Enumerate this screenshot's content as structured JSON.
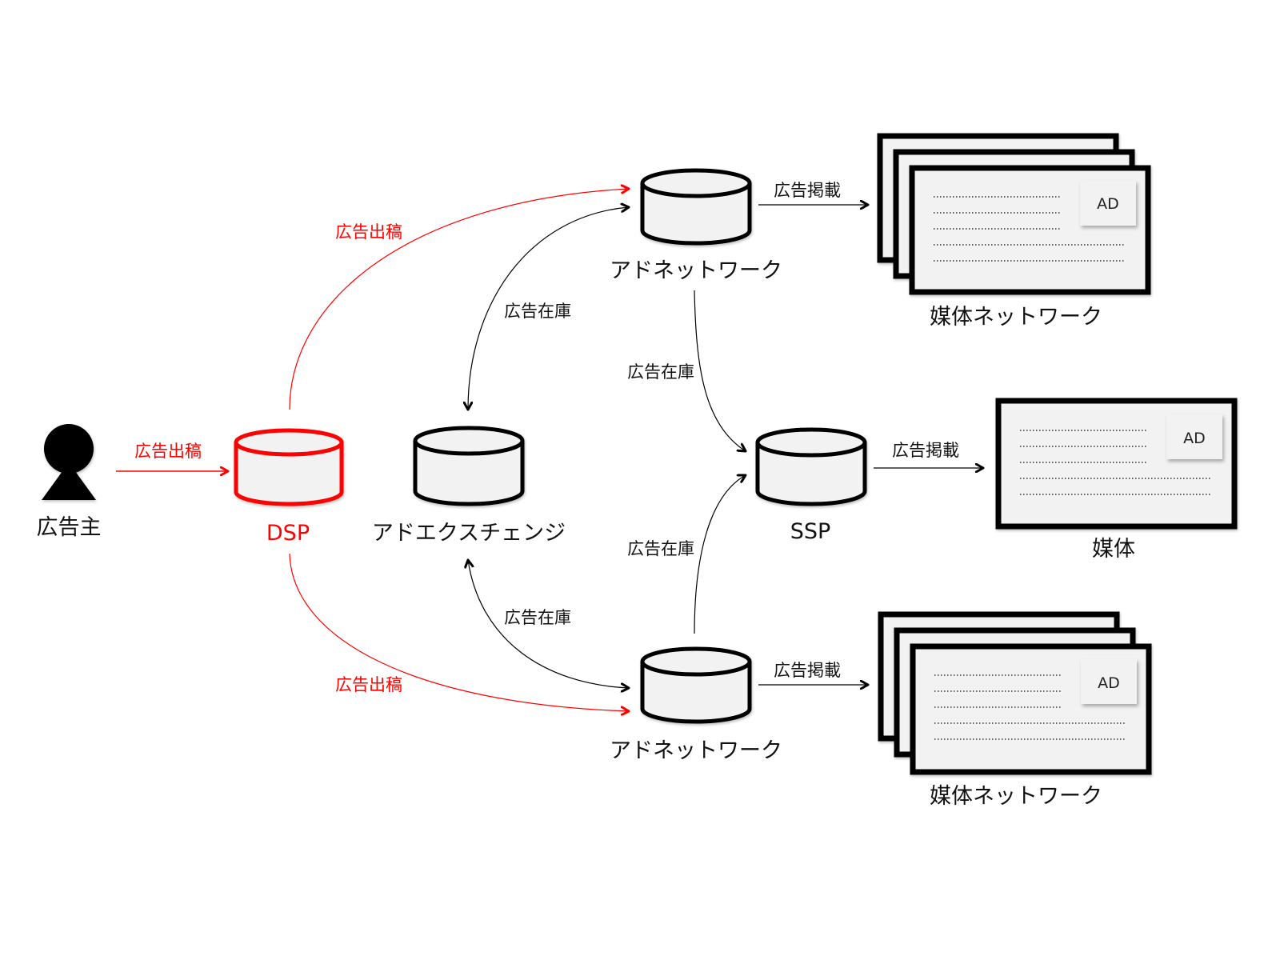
{
  "colors": {
    "highlight": "#ff0000",
    "default_stroke": "#000000",
    "node_fill": "#f2f2f2",
    "background": "#ffffff"
  },
  "nodes": {
    "advertiser": {
      "label": "広告主",
      "icon": "person-icon"
    },
    "dsp": {
      "label": "DSP",
      "icon": "database-icon",
      "highlighted": true
    },
    "ad_exchange": {
      "label": "アドエクスチェンジ",
      "icon": "database-icon"
    },
    "ad_network_top": {
      "label": "アドネットワーク",
      "icon": "database-icon"
    },
    "ad_network_bottom": {
      "label": "アドネットワーク",
      "icon": "database-icon"
    },
    "ssp": {
      "label": "SSP",
      "icon": "database-icon"
    },
    "media_network_top": {
      "label": "媒体ネットワーク",
      "icon": "stacked-pages-icon",
      "ad_badge": "AD"
    },
    "media": {
      "label": "媒体",
      "icon": "page-icon",
      "ad_badge": "AD"
    },
    "media_network_bottom": {
      "label": "媒体ネットワーク",
      "icon": "stacked-pages-icon",
      "ad_badge": "AD"
    }
  },
  "edges": [
    {
      "id": "advertiser-dsp",
      "from": "advertiser",
      "to": "dsp",
      "label": "広告出稿",
      "color": "red"
    },
    {
      "id": "dsp-adnet-top",
      "from": "dsp",
      "to": "ad_network_top",
      "label": "広告出稿",
      "color": "red"
    },
    {
      "id": "dsp-adnet-bottom",
      "from": "dsp",
      "to": "ad_network_bottom",
      "label": "広告出稿",
      "color": "red"
    },
    {
      "id": "adx-adnet-top",
      "from": "ad_exchange",
      "to": "ad_network_top",
      "label": "広告在庫",
      "color": "black",
      "bidirectional": true
    },
    {
      "id": "adx-adnet-bottom",
      "from": "ad_exchange",
      "to": "ad_network_bottom",
      "label": "広告在庫",
      "color": "black",
      "bidirectional": true
    },
    {
      "id": "adnet-top-ssp",
      "from": "ad_network_top",
      "to": "ssp",
      "label": "広告在庫",
      "color": "black"
    },
    {
      "id": "adnet-bottom-ssp",
      "from": "ad_network_bottom",
      "to": "ssp",
      "label": "広告在庫",
      "color": "black"
    },
    {
      "id": "adnet-top-media",
      "from": "ad_network_top",
      "to": "media_network_top",
      "label": "広告掲載",
      "color": "black"
    },
    {
      "id": "ssp-media",
      "from": "ssp",
      "to": "media",
      "label": "広告掲載",
      "color": "black"
    },
    {
      "id": "adnet-bottom-media",
      "from": "ad_network_bottom",
      "to": "media_network_bottom",
      "label": "広告掲載",
      "color": "black"
    }
  ]
}
